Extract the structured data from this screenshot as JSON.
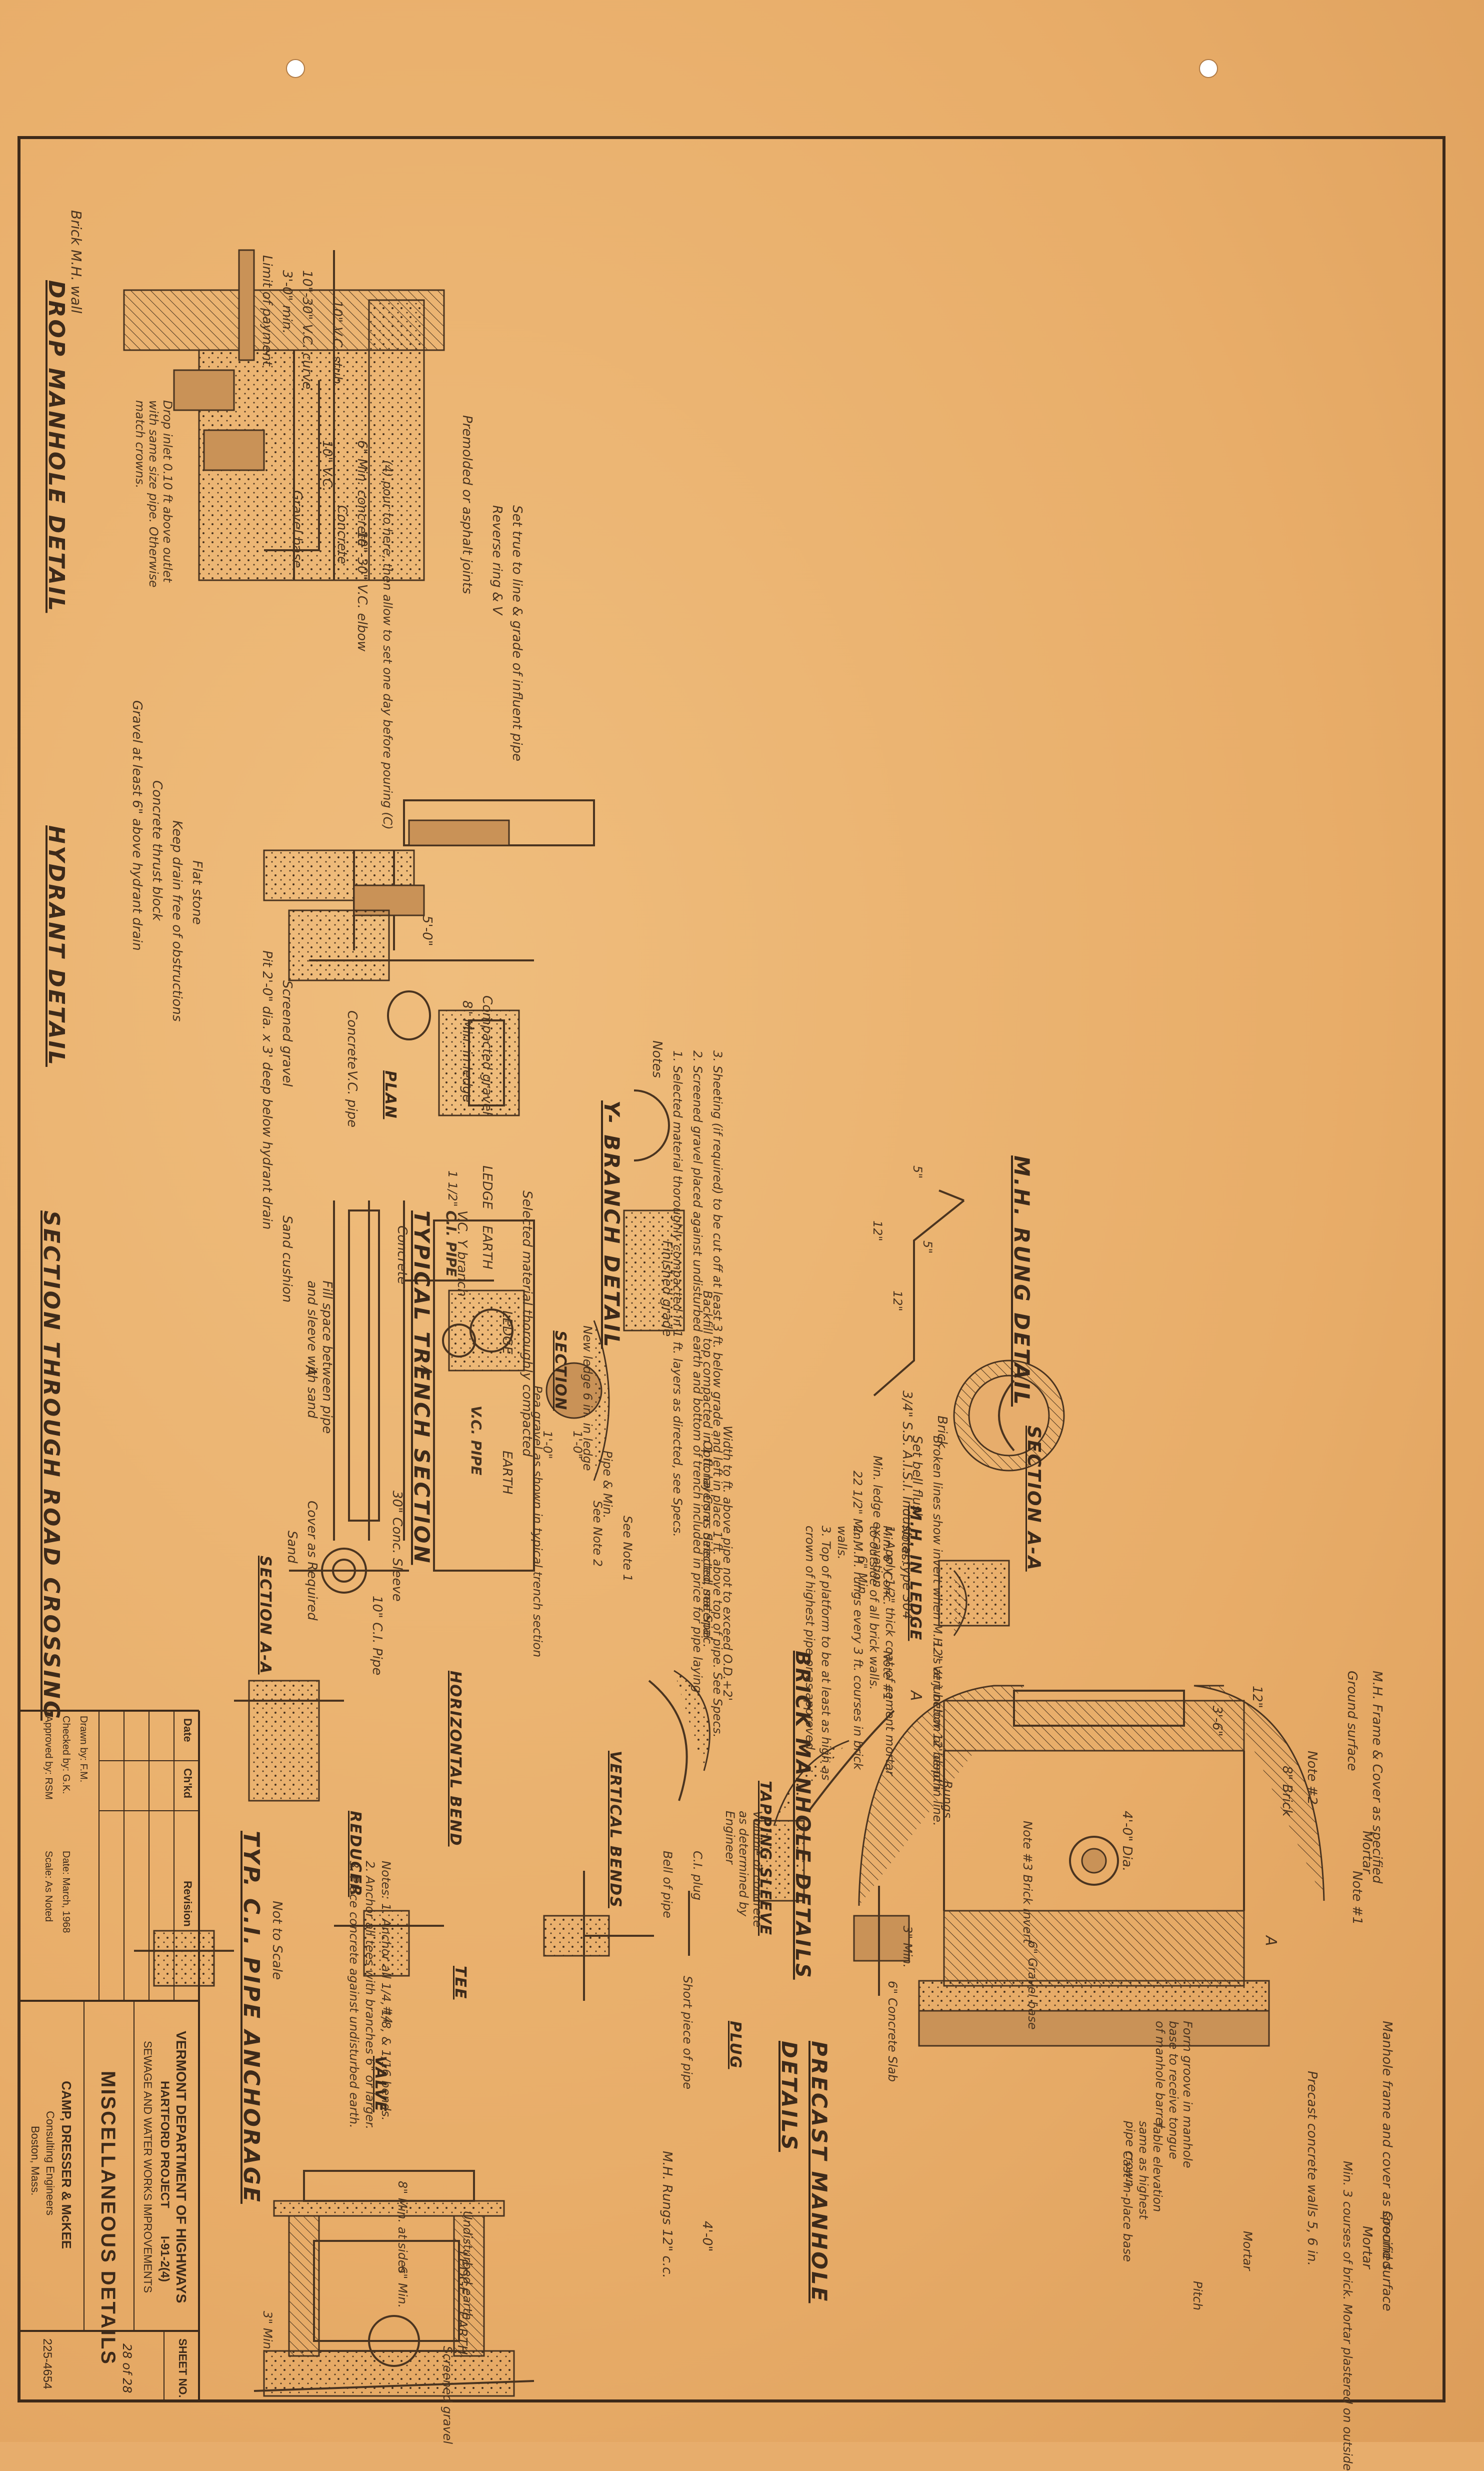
{
  "drop_manhole": {
    "title": "DROP MANHOLE DETAIL",
    "labels": [
      "Brick M.H. wall",
      "Limit of payment",
      "3'-0\" min.",
      "10\"-30\" V.C. curve",
      "10\" V.C.",
      "Premolded or asphalt joints",
      "Reverse ring & V",
      "Set true to line & grade of influent pipe",
      "6\" Min. concrete",
      "10\" V.C. stub",
      "(4) pour to here, then allow to set one day before pouring (C)",
      "10\"-30\" V.C. elbow",
      "Concrete",
      "Drop inlet 0.10 ft above outlet with same size pipe. Otherwise match crowns.",
      "Gravel base"
    ]
  },
  "hydrant": {
    "title": "HYDRANT DETAIL",
    "labels": [
      "Gravel at least 6\" above hydrant drain",
      "Concrete thrust block",
      "Keep drain free of obstructions",
      "Flat stone",
      "5'-0\"",
      "Pit 2'-0\" dia. x 3' deep below hydrant drain",
      "Screened gravel"
    ]
  },
  "road_crossing": {
    "title": "SECTION THROUGH ROAD CROSSING",
    "labels": [
      "Fill space between pipe and sleeve with sand",
      "Sand cushion",
      "A",
      "A",
      "Cover as Required",
      "30\" Conc. Sleeve",
      "Sand",
      "10\" C.I. Pipe",
      "SECTION A-A"
    ]
  },
  "trench": {
    "title": "TYPICAL TRENCH SECTION",
    "labels": [
      "Notes",
      "1. Selected material thoroughly compacted in 1 ft. layers as directed, see Specs.",
      "2. Screened gravel placed against undisturbed earth and bottom of trench included in price for pipe laying",
      "3. Sheeting (if required) to be cut off at least 3 ft. below grade and left in place 1 ft. above top of pipe. See Specs.",
      "Compacted gravel",
      "8\" Min. in ledge",
      "C.I. PIPE",
      "LEDGE",
      "EARTH",
      "Selected material thoroughly compacted",
      "Finished grade",
      "Backfill top compacted in 1 ft. layers as directed, see Spec.",
      "Optional Conc. Selected material",
      "Width to ft. above pipe not to exceed O.D.+2'",
      "Pipe & Min.",
      "New ledge 6 in. in ledge",
      "See Note 2",
      "See Note 1",
      "1'-0\"",
      "1'-0\"",
      "V.C. PIPE",
      "LEDGE",
      "EARTH"
    ]
  },
  "y_branch": {
    "title": "Y- BRANCH DETAIL",
    "labels": [
      "Concrete",
      "V.C. pipe",
      "V.C. Y branch",
      "PLAN",
      "Concrete",
      "SECTION",
      "Pea gravel as shown in typical trench section",
      "1 1/2\""
    ]
  },
  "rung": {
    "title": "M.H. RUNG DETAIL",
    "labels": [
      "3/4\" S.S. A.I.S.I. Industrial type 304",
      "5\"",
      "12\"",
      "5\"",
      "12\""
    ]
  },
  "section_aa": {
    "title": "SECTION A-A",
    "labels": [
      "Brick",
      "Set bell flush",
      "Broken lines show invert when M.H. is at junction or bend in line.",
      "M.H. IN LEDGE",
      "Min. ledge excavation",
      "Min. 6\" Conc.",
      "6\" Min.",
      "22 1/2\" Min."
    ]
  },
  "brick_mh": {
    "title": "BRICK MANHOLE DETAILS",
    "labels": [
      "M.H. Frame & Cover as specified",
      "Ground surface",
      "Mortar",
      "Note #2",
      "8\" Brick",
      "12\"",
      "3'-6\"",
      "4'-0\" Dia.",
      "Note #1",
      "12\" Vert below 12' depth",
      "Rungs",
      "Note #3 Brick invert",
      "6\" Gravel base",
      "6\" Concrete Slab",
      "3\" Min.",
      "A",
      "A",
      "Note #1"
    ],
    "notes": "Notes:\n1. Apply 1/2\" thick coat of cement mortar to outside of all brick walls.\n2. M.H. rungs every 3 ft. courses in brick walls.\n3. Top of platform to be at least as high as crown of highest pipe or as approved."
  },
  "precast": {
    "title": "PRECAST MANHOLE DETAILS",
    "labels": [
      "Manhole frame and cover as specified",
      "Ground surface",
      "Precast concrete walls 5, 6 in.",
      "Mortar",
      "Min. 3 courses of brick. Mortar plastered on outside",
      "Form groove in manhole base to receive tongue of manhole barrel",
      "Table elevation same as highest pipe crown",
      "Cast-in-place base",
      "Mortar",
      "Pitch",
      "4'-0\"",
      "M.H. Rungs 12\" c.c.",
      "8\" Min. at sides",
      "6\" Min.",
      "Undisturbed earth",
      "LEDGE",
      "EARTH",
      "Screened gravel",
      "3\" Min."
    ]
  },
  "anchorage": {
    "title": "TYP. C.I. PIPE ANCHORAGE",
    "subtitle": "Not to Scale",
    "labels": [
      "VERTICAL BENDS",
      "Volume of concrete as determined by Engineer",
      "HORIZONTAL BEND",
      "REDUCER",
      "TEE",
      "VALVE",
      "TAPPING SLEEVE",
      "PLUG",
      "C.I. plug",
      "Bell of pipe",
      "Short piece of pipe",
      "#4"
    ],
    "notes": "Notes: 1. Anchor all 1/4, 1/8, & 1/16 bends.\n2. Anchor all tees with branches 6\" or larger.\n3. Place concrete against undisturbed earth."
  },
  "title_block": {
    "revision_headers": [
      "Date",
      "Ch'kd",
      "Revision"
    ],
    "drawn_by": "Drawn by: F.M.",
    "checked_by": "Checked by: G.K.",
    "approved_by": "Approved by: RSM",
    "date": "Date: March, 1968",
    "scale": "Scale: As Noted",
    "client_1": "VERMONT DEPARTMENT OF HIGHWAYS",
    "client_2": "HARTFORD PROJECT",
    "client_3": "I-91-2(4)",
    "client_4": "SEWAGE AND WATER WORKS IMPROVEMENTS",
    "sheet_title": "MISCELLANEOUS DETAILS",
    "firm_1": "CAMP, DRESSER & McKEE",
    "firm_2": "Consulting Engineers",
    "firm_3": "Boston, Mass.",
    "sheet_no_label": "SHEET NO.",
    "sheet_no": "28 of 28",
    "drawing_no": "225-4654"
  },
  "colors": {
    "paper": "#e7ad6c",
    "ink": "#4a3420"
  }
}
